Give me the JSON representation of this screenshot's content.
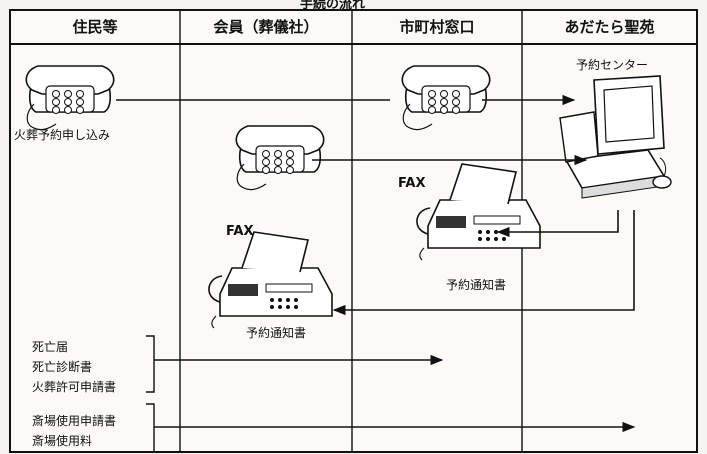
{
  "header_clip": "手続の流れ",
  "columns": [
    {
      "label": "住民等"
    },
    {
      "label": "会員（葬儀社）"
    },
    {
      "label": "市町村窓口"
    },
    {
      "label": "あだたら聖苑"
    }
  ],
  "labels": {
    "cremation_request": "火葬予約申し込み",
    "reservation_center": "予約センター",
    "fax_1": "FAX",
    "fax_2": "FAX",
    "notice_right": "予約通知書",
    "notice_left": "予約通知書"
  },
  "documents_group_1": [
    "死亡届",
    "死亡診断書",
    "火葬許可申請書"
  ],
  "documents_group_2": [
    "斎場使用申請書",
    "斎場使用料"
  ],
  "icons": {
    "phone": "telephone-icon",
    "computer": "computer-icon",
    "fax": "fax-machine-icon"
  }
}
